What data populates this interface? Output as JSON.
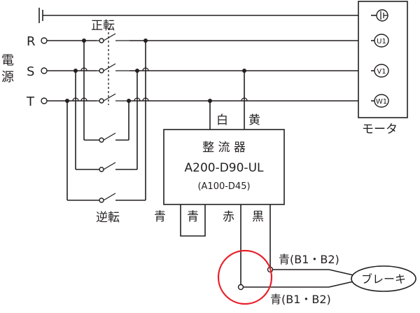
{
  "power_label": [
    "電",
    "源"
  ],
  "phases": [
    "R",
    "S",
    "T"
  ],
  "forward_label": "正転",
  "reverse_label": "逆転",
  "motor": {
    "label": "モータ",
    "terminals": [
      "U1",
      "V1",
      "W1"
    ],
    "ground_icon": "ground-icon"
  },
  "rectifier": {
    "title": "整 流 器",
    "model": "A200-D90-UL",
    "alt_model": "(A100-D45)"
  },
  "wire_labels": {
    "white": "白",
    "yellow": "黄",
    "blue1": "青",
    "blue2": "青",
    "red": "赤",
    "black": "黒"
  },
  "brake": {
    "label": "ブレーキ",
    "wire_top": "青(B1・B2)",
    "wire_bottom": "青(B1・B2)"
  },
  "highlight_color": "#e8202a"
}
